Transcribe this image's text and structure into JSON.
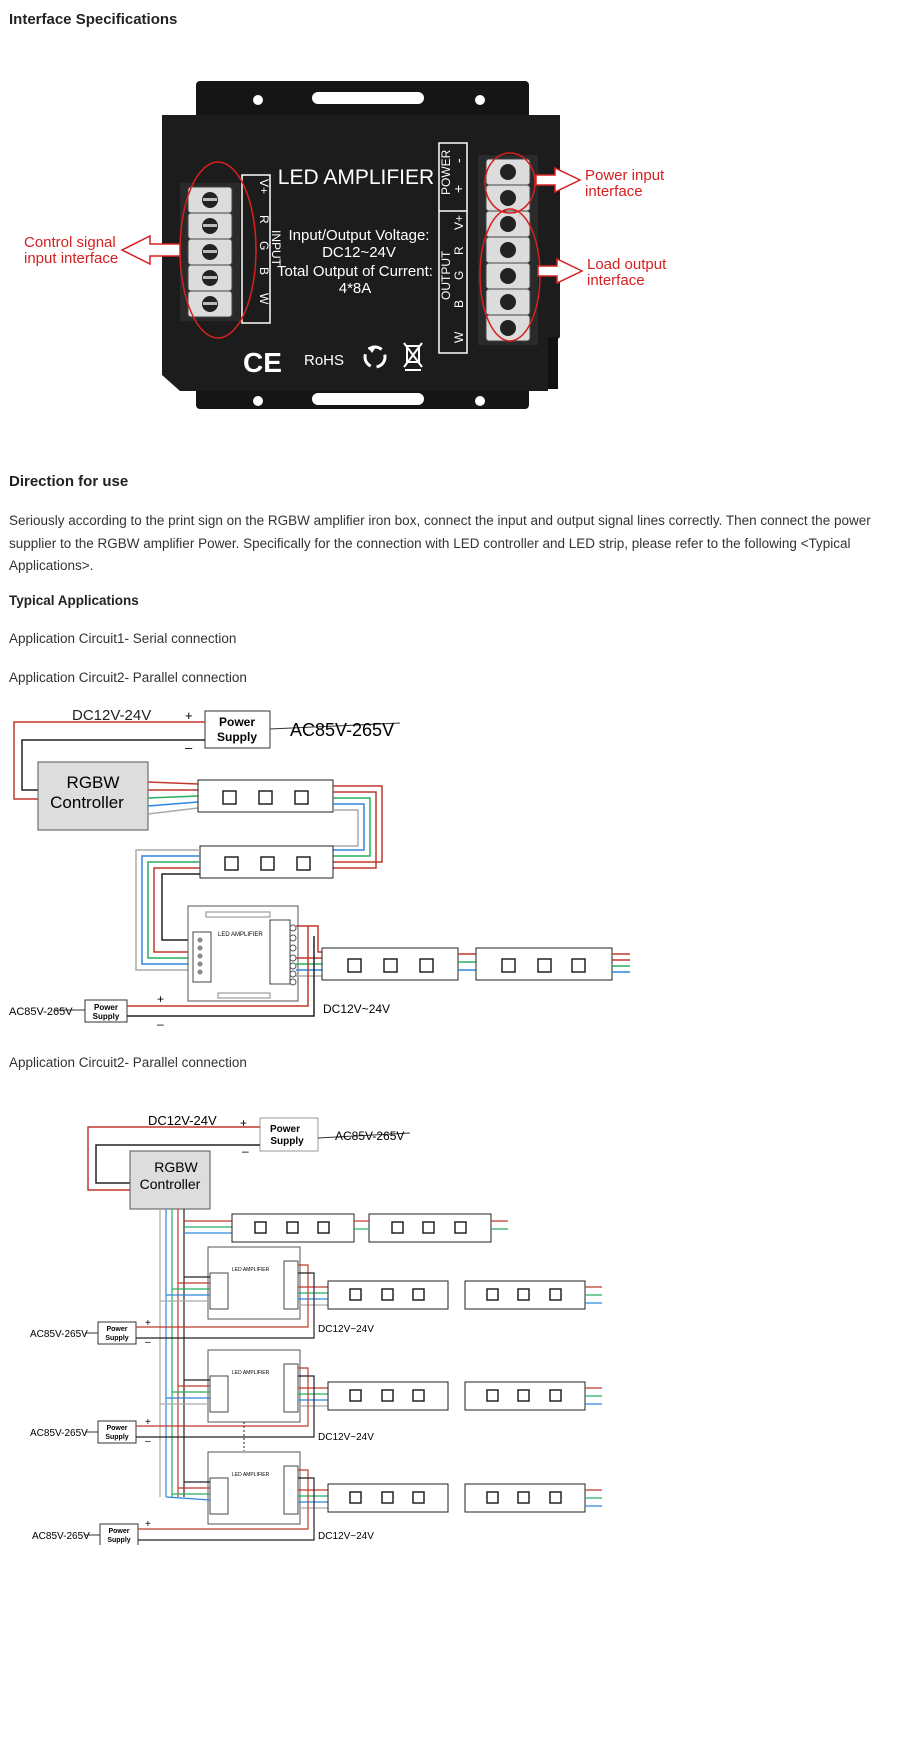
{
  "interface_section": {
    "heading": "Interface Specifications",
    "product": {
      "title": "LED AMPLIFIER",
      "spec_line1": "Input/Output Voltage:",
      "spec_line2": "DC12~24V",
      "spec_line3": "Total Output of Current:",
      "spec_line4": "4*8A",
      "input_label": "INPUT",
      "input_pins": [
        "V+",
        "R",
        "G",
        "B",
        "W"
      ],
      "output_label": "OUTPUT",
      "output_pins": [
        "V+",
        "R",
        "G",
        "B",
        "W"
      ],
      "power_label": "POWER",
      "power_pins": [
        "+",
        "-"
      ],
      "ce_mark": "CE",
      "rohs_mark": "RoHS"
    },
    "callouts": {
      "control_line1": "Control signal",
      "control_line2": "input  interface",
      "power_line1": "Power input",
      "power_line2": "interface",
      "load_line1": "Load output",
      "load_line2": "interface"
    }
  },
  "direction": {
    "heading": "Direction for use",
    "paragraph": "Seriously according to the print sign on the RGBW amplifier iron box, connect the input and output signal lines correctly. Then connect the power supplier to the RGBW amplifier Power. Specifically for the connection with LED controller and LED strip, please refer to the following <Typical Applications>."
  },
  "typical": {
    "heading": "Typical Applications",
    "circuit1": "Application Circuit1- Serial connection",
    "circuit2_a": "Application Circuit2- Parallel connection",
    "circuit2_b": "Application Circuit2- Parallel connection"
  },
  "diagram": {
    "dc": "DC12V-24V",
    "ac_large": "AC85V-265V",
    "ac_small": "AC85V-265V",
    "dc_tilde": "DC12V~24V",
    "ps_line1": "Power",
    "ps_line2": "Supply",
    "ctrl_line1": "RGBW",
    "ctrl_line2": "Controller",
    "plus": "+",
    "minus": "–",
    "amp_title": "LED AMPLIFIER"
  }
}
